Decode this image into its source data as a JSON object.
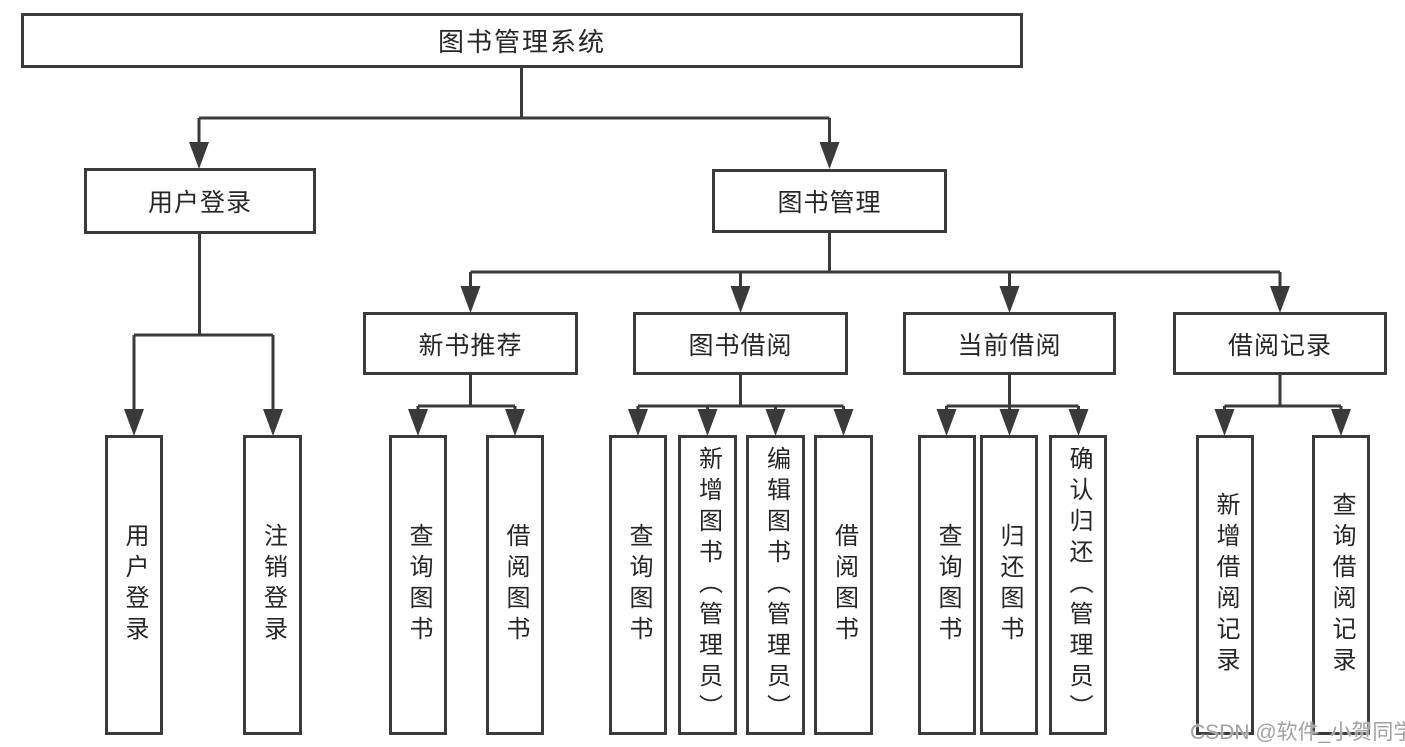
{
  "colors": {
    "background": "#ffffff",
    "box_border": "#3a3a3a",
    "line": "#3a3a3a",
    "text": "#262626",
    "watermark": "#a2a2a2"
  },
  "root": {
    "label": "图书管理系统"
  },
  "branches": {
    "user_login": {
      "label": "用户登录",
      "children": [
        {
          "label": "用户登录"
        },
        {
          "label": "注销登录"
        }
      ]
    },
    "book_mgmt": {
      "label": "图书管理",
      "sections": [
        {
          "label": "新书推荐",
          "children": [
            {
              "label": "查询图书"
            },
            {
              "label": "借阅图书"
            }
          ]
        },
        {
          "label": "图书借阅",
          "children": [
            {
              "label": "查询图书"
            },
            {
              "label": "新增图书（管理员）"
            },
            {
              "label": "编辑图书（管理员）"
            },
            {
              "label": "借阅图书"
            }
          ]
        },
        {
          "label": "当前借阅",
          "children": [
            {
              "label": "查询图书"
            },
            {
              "label": "归还图书"
            },
            {
              "label": "确认归还（管理员）"
            }
          ]
        },
        {
          "label": "借阅记录",
          "children": [
            {
              "label": "新增借阅记录"
            },
            {
              "label": "查询借阅记录"
            }
          ]
        }
      ]
    }
  },
  "watermark": "CSDN @软件_小贺同学"
}
